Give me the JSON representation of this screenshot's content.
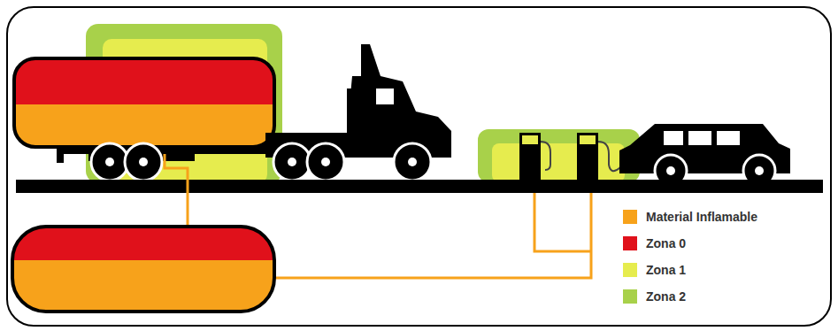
{
  "diagram": {
    "legend": [
      {
        "text": "Material Inflamable",
        "color": "#f7a21b"
      },
      {
        "text": "Zona 0",
        "color": "#e0111b"
      },
      {
        "text": "Zona 1",
        "color": "#e6ec4e"
      },
      {
        "text": "Zona 2",
        "color": "#a8d14a"
      }
    ]
  }
}
